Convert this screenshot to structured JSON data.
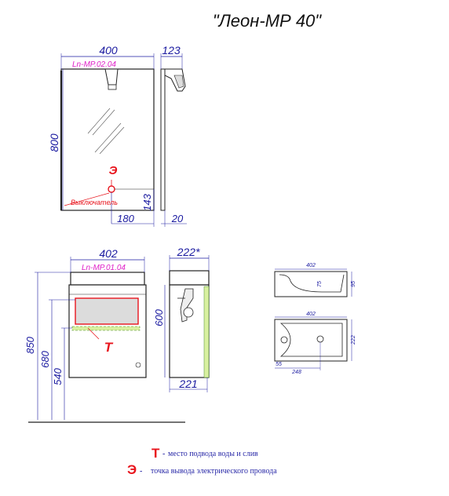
{
  "title": "\"Леон-МР 40\"",
  "mirror": {
    "code": "Ln-MP.02.04",
    "width": "400",
    "depth": "123",
    "height": "800",
    "socket_height": "143",
    "socket_offset": "180",
    "gap": "20",
    "socket_marker": "Э",
    "switch_label": "Выключатель"
  },
  "cabinet": {
    "code": "Ln-MP.01.04",
    "width": "402",
    "depth": "222*",
    "height_side": "600",
    "depth_bottom": "221",
    "h850": "850",
    "h680": "680",
    "h540": "540",
    "water_marker": "Т"
  },
  "sink_side": {
    "width": "402",
    "h1": "75",
    "h2": "95"
  },
  "sink_top": {
    "width": "402",
    "depth": "222",
    "d55": "55",
    "d248": "248"
  },
  "legend": [
    {
      "symbol": "Т",
      "dash": "-",
      "text": "место подвода воды и слив"
    },
    {
      "symbol": "Э",
      "dash": "-",
      "text": "точка вывода электрического провода"
    }
  ],
  "colors": {
    "marker": "#e8141c",
    "code": "#e020c8",
    "dim": "#1a1aa0",
    "legend_text": "#2a2aa8",
    "outline": "#222222"
  }
}
